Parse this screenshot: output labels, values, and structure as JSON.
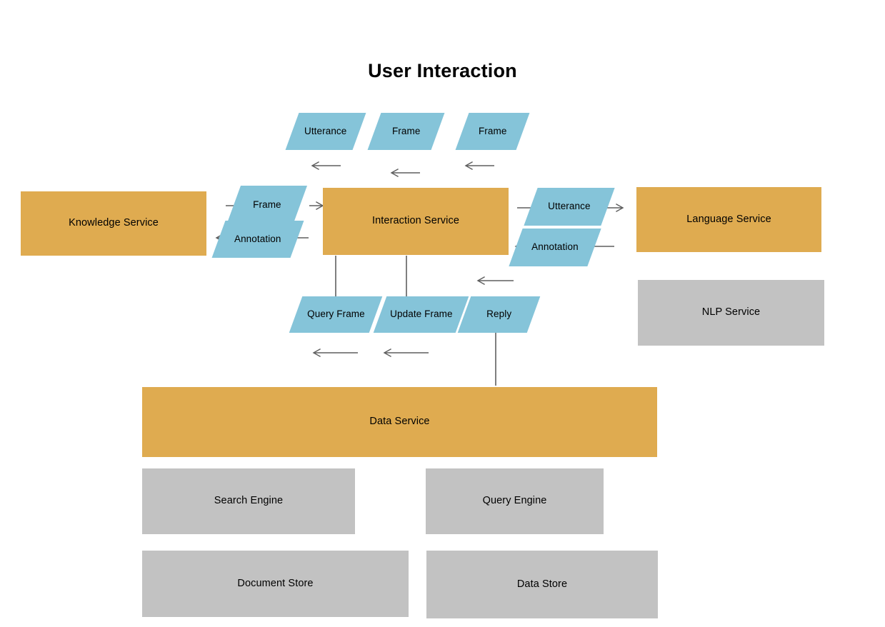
{
  "title": "User Interaction",
  "colors": {
    "process": "#DFAB50",
    "data_flow": "#85C4D9",
    "external": "#C2C2C2",
    "connector": "#5F5F5F",
    "text": "#000000",
    "background": "#FFFFFF"
  },
  "nodes": {
    "knowledge_service": {
      "label": "Knowledge Service",
      "type": "process"
    },
    "interaction_service": {
      "label": "Interaction Service",
      "type": "process"
    },
    "language_service": {
      "label": "Language Service",
      "type": "process"
    },
    "nlp_service": {
      "label": "NLP Service",
      "type": "external"
    },
    "data_service": {
      "label": "Data Service",
      "type": "process"
    },
    "search_engine": {
      "label": "Search Engine",
      "type": "external"
    },
    "query_engine": {
      "label": "Query Engine",
      "type": "external"
    },
    "document_store": {
      "label": "Document Store",
      "type": "external"
    },
    "data_store": {
      "label": "Data Store",
      "type": "external"
    }
  },
  "flows": {
    "top_utterance": {
      "label": "Utterance",
      "type": "data"
    },
    "top_frame_out": {
      "label": "Frame",
      "type": "data"
    },
    "top_frame_in": {
      "label": "Frame",
      "type": "data"
    },
    "left_frame": {
      "label": "Frame",
      "type": "data"
    },
    "left_annotation": {
      "label": "Annotation",
      "type": "data"
    },
    "right_utterance": {
      "label": "Utterance",
      "type": "data"
    },
    "right_annotation": {
      "label": "Annotation",
      "type": "data"
    },
    "query_frame": {
      "label": "Query Frame",
      "type": "data"
    },
    "update_frame": {
      "label": "Update Frame",
      "type": "data"
    },
    "reply": {
      "label": "Reply",
      "type": "data"
    }
  },
  "connections": [
    {
      "from": "top_utterance",
      "to": "interaction_service",
      "direction": "down"
    },
    {
      "from": "interaction_service",
      "to": "top_frame_out",
      "direction": "up"
    },
    {
      "from": "top_frame_in",
      "to": "interaction_service",
      "direction": "down"
    },
    {
      "from": "knowledge_service",
      "to": "interaction_service",
      "direction": "right",
      "via": "left_frame"
    },
    {
      "from": "interaction_service",
      "to": "knowledge_service",
      "direction": "left",
      "via": "left_annotation"
    },
    {
      "from": "interaction_service",
      "to": "language_service",
      "direction": "right",
      "via": "right_utterance"
    },
    {
      "from": "language_service",
      "to": "interaction_service",
      "direction": "left",
      "via": "right_annotation"
    },
    {
      "from": "interaction_service",
      "to": "data_service",
      "direction": "down",
      "via": "query_frame"
    },
    {
      "from": "interaction_service",
      "to": "data_service",
      "direction": "down",
      "via": "update_frame"
    },
    {
      "from": "data_service",
      "to": "interaction_service",
      "direction": "up",
      "via": "reply"
    }
  ]
}
